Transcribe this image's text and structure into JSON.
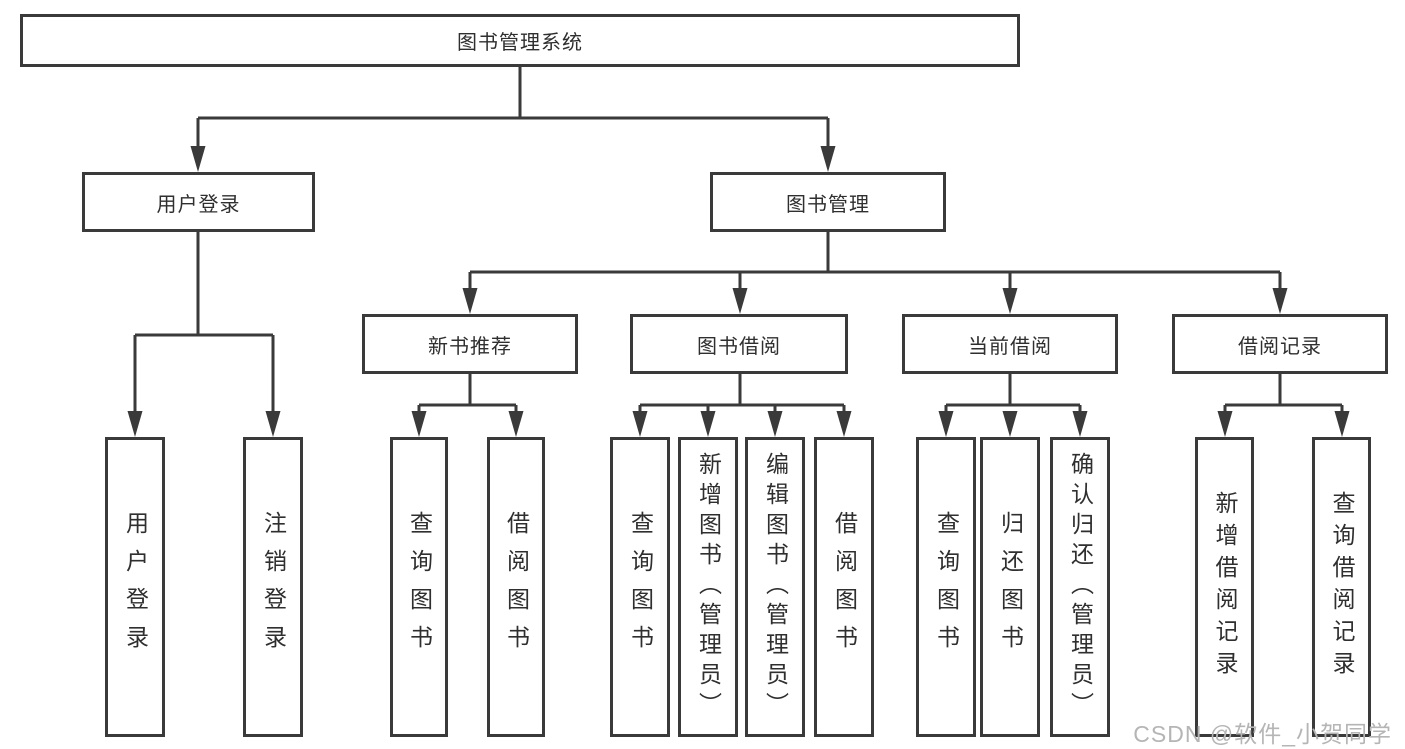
{
  "colors": {
    "line": "#3a3a3a",
    "text": "#2f2f2f",
    "box_bg": "#ffffff",
    "watermark": "#b5b5b5"
  },
  "diagram": {
    "root": {
      "label": "图书管理系统"
    },
    "branches": [
      {
        "label": "用户登录",
        "children": [
          {
            "label": "用户登录"
          },
          {
            "label": "注销登录"
          }
        ]
      },
      {
        "label": "图书管理",
        "children": [
          {
            "label": "新书推荐",
            "children": [
              {
                "label": "查询图书"
              },
              {
                "label": "借阅图书"
              }
            ]
          },
          {
            "label": "图书借阅",
            "children": [
              {
                "label": "查询图书"
              },
              {
                "label": "新增图书（管理员）"
              },
              {
                "label": "编辑图书（管理员）"
              },
              {
                "label": "借阅图书"
              }
            ]
          },
          {
            "label": "当前借阅",
            "children": [
              {
                "label": "查询图书"
              },
              {
                "label": "归还图书"
              },
              {
                "label": "确认归还（管理员）"
              }
            ]
          },
          {
            "label": "借阅记录",
            "children": [
              {
                "label": "新增借阅记录"
              },
              {
                "label": "查询借阅记录"
              }
            ]
          }
        ]
      }
    ]
  },
  "watermark": {
    "text": "CSDN @软件_小贺同学"
  }
}
